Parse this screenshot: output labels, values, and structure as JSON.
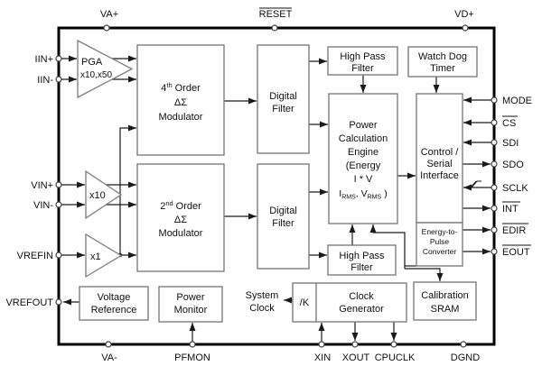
{
  "background": "#ffffff",
  "colors": {
    "chip_border": "#000000",
    "block_stroke": "#7d7d7d",
    "block_fill": "#ffffff",
    "wire": "#1a1a1a",
    "text": "#101010"
  },
  "icons": {
    "sclk_input": "schmitt-trigger-icon",
    "arrowhead": "arrowhead-icon"
  },
  "pins": {
    "top": [
      {
        "label": "VA+",
        "overline": false
      },
      {
        "label": "RESET",
        "overline": true
      },
      {
        "label": "VD+",
        "overline": false
      }
    ],
    "bottom": [
      {
        "label": "VA-"
      },
      {
        "label": "PFMON"
      },
      {
        "label": "XIN"
      },
      {
        "label": "XOUT"
      },
      {
        "label": "CPUCLK"
      },
      {
        "label": "DGND"
      }
    ],
    "left": [
      {
        "label": "IIN+",
        "direction": "in"
      },
      {
        "label": "IIN-",
        "direction": "in"
      },
      {
        "label": "VIN+",
        "direction": "in"
      },
      {
        "label": "VIN-",
        "direction": "in"
      },
      {
        "label": "VREFIN",
        "direction": "in"
      },
      {
        "label": "VREFOUT",
        "direction": "out"
      }
    ],
    "right": [
      {
        "label": "MODE",
        "overline": false,
        "direction": "in"
      },
      {
        "label": "CS",
        "overline": true,
        "direction": "in"
      },
      {
        "label": "SDI",
        "overline": false,
        "direction": "in"
      },
      {
        "label": "SDO",
        "overline": false,
        "direction": "out"
      },
      {
        "label": "SCLK",
        "overline": false,
        "direction": "in"
      },
      {
        "label": "INT",
        "overline": true,
        "direction": "out"
      },
      {
        "label": "EDIR",
        "overline": true,
        "direction": "out"
      },
      {
        "label": "EOUT",
        "overline": true,
        "direction": "out"
      }
    ]
  },
  "amplifiers": {
    "pga": {
      "label": "PGA",
      "gains": "x10,x50"
    },
    "voltage_buffer": {
      "gain": "x10"
    },
    "reference_buffer": {
      "gain": "x1"
    }
  },
  "blocks": {
    "mod4": {
      "order_num": "4",
      "order_sup": "th",
      "order_word": "Order",
      "line2": "ΔΣ",
      "line3": "Modulator"
    },
    "mod2": {
      "order_num": "2",
      "order_sup": "nd",
      "order_word": "Order",
      "line2": "ΔΣ",
      "line3": "Modulator"
    },
    "dfc": {
      "line1": "Digital",
      "line2": "Filter"
    },
    "dfv": {
      "line1": "Digital",
      "line2": "Filter"
    },
    "hpf1": {
      "line1": "High Pass",
      "line2": "Filter"
    },
    "hpf2": {
      "line1": "High Pass",
      "line2": "Filter"
    },
    "wdt": {
      "line1": "Watch Dog",
      "line2": "Timer"
    },
    "pce": {
      "line1": "Power",
      "line2": "Calculation",
      "line3": "Engine",
      "line4": "(Energy",
      "line5": "I * V",
      "line6": {
        "i": "I",
        "i_sub": "RMS",
        "sep": ", V",
        "v_sub": "RMS",
        "close": ")"
      }
    },
    "csi": {
      "line1": "Control /",
      "line2": "Serial",
      "line3": "Interface"
    },
    "etp": {
      "line1": "Energy-to-",
      "line2": "Pulse",
      "line3": "Converter"
    },
    "ckgen": {
      "divider_label": "/K",
      "line1": "Clock",
      "line2": "Generator"
    },
    "sram": {
      "line1": "Calibration",
      "line2": "SRAM"
    },
    "vref": {
      "line1": "Voltage",
      "line2": "Reference"
    },
    "pmon": {
      "line1": "Power",
      "line2": "Monitor"
    },
    "sysclk": {
      "line1": "System",
      "line2": "Clock"
    }
  }
}
